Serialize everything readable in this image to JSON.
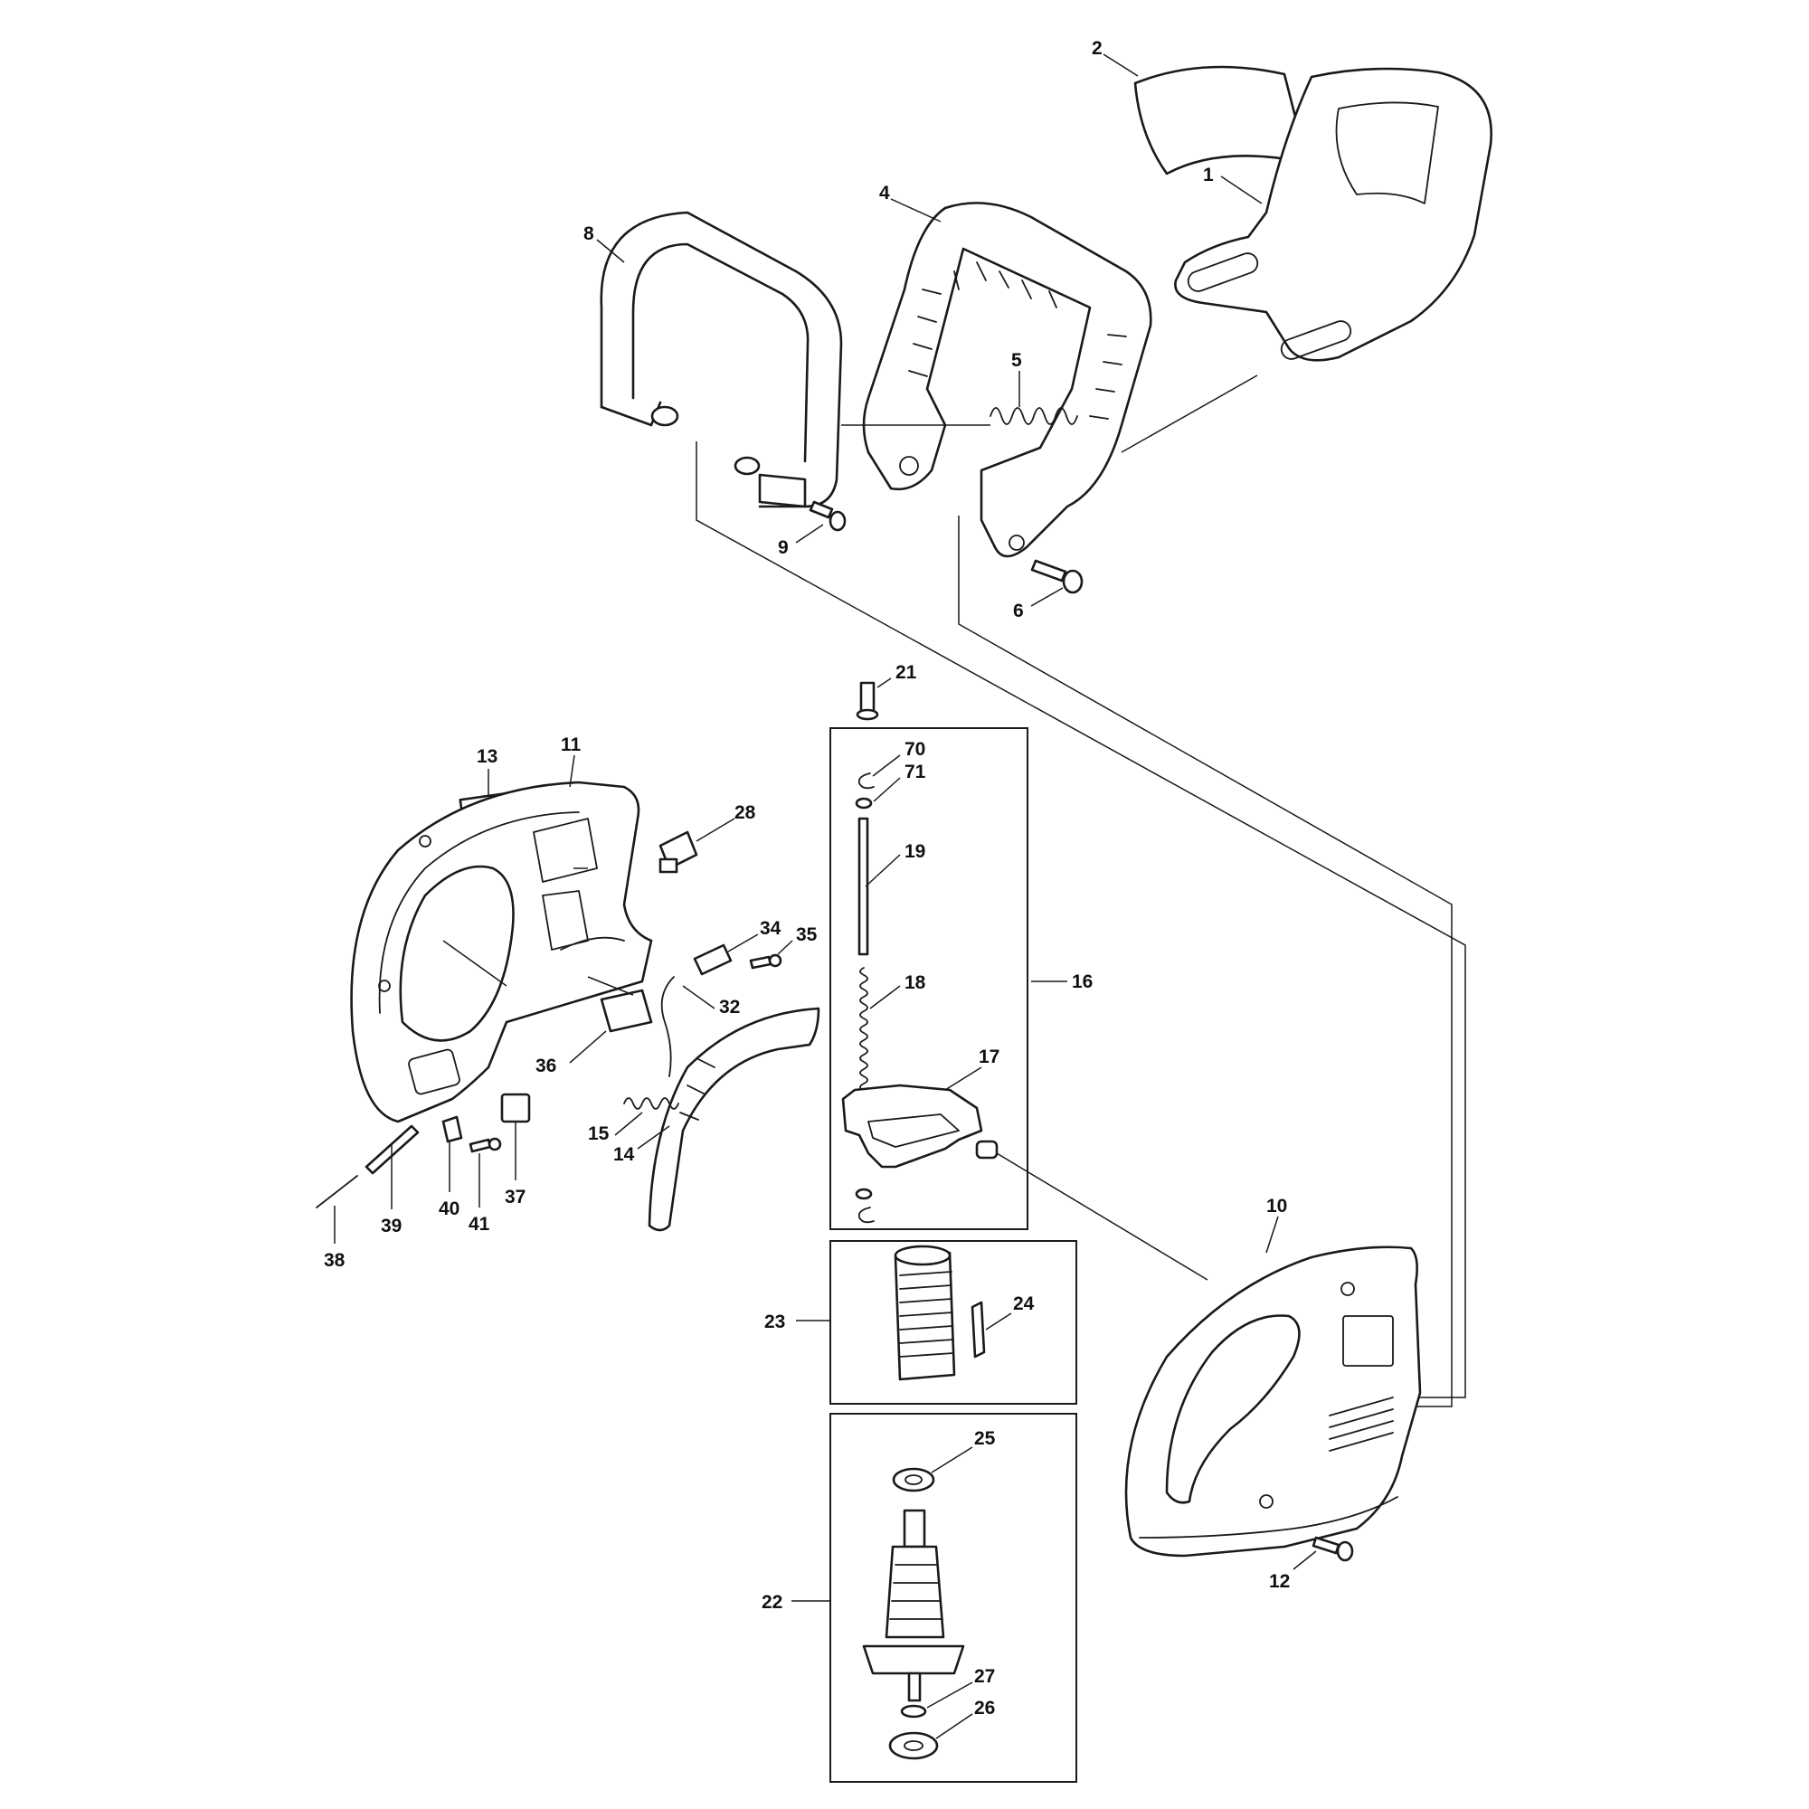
{
  "callouts": {
    "c1": "1",
    "c2": "2",
    "c4": "4",
    "c5": "5",
    "c6": "6",
    "c8": "8",
    "c9": "9",
    "c10": "10",
    "c11": "11",
    "c12": "12",
    "c13": "13",
    "c14": "14",
    "c15": "15",
    "c16": "16",
    "c17": "17",
    "c18": "18",
    "c19": "19",
    "c21": "21",
    "c22": "22",
    "c23": "23",
    "c24": "24",
    "c25": "25",
    "c26": "26",
    "c27": "27",
    "c28": "28",
    "c32": "32",
    "c34": "34",
    "c35": "35",
    "c36": "36",
    "c37": "37",
    "c38": "38",
    "c39": "39",
    "c40": "40",
    "c41": "41",
    "c70": "70",
    "c71": "71"
  }
}
